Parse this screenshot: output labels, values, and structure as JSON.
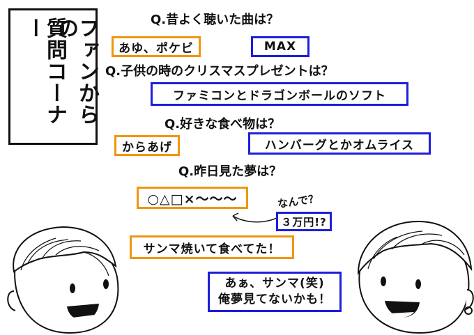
{
  "title": {
    "col1": "ファンからの",
    "col2": "質問コーナー"
  },
  "qa": [
    {
      "question": "Q.昔よく聴いた曲は？",
      "answers": [
        {
          "text": "あゆ、ポケビ",
          "color": "#f0960f"
        },
        {
          "text": "MAX",
          "color": "#1e1edc"
        }
      ]
    },
    {
      "question": "Q.子供の時のクリスマスプレゼントは？",
      "answers": [
        {
          "text": "ファミコンとドラゴンボールのソフト",
          "color": "#1e1edc"
        }
      ]
    },
    {
      "question": "Q.好きな食べ物は？",
      "answers": [
        {
          "text": "からあげ",
          "color": "#f0960f"
        },
        {
          "text": "ハンバーグとかオムライス",
          "color": "#1e1edc"
        }
      ]
    },
    {
      "question": "Q.昨日見た夢は？",
      "answers": [
        {
          "text": "○△□×〜〜〜",
          "color": "#f0960f"
        },
        {
          "text": "３万円!?",
          "color": "#1e1edc"
        }
      ]
    }
  ],
  "handwritten_note": "なんで？",
  "dialogue": [
    {
      "text": "サンマ焼いて食べてた！",
      "color": "#f0960f"
    },
    {
      "line1": "あぁ、サンマ(笑)",
      "line2": "俺夢見てないかも！",
      "color": "#1e1edc"
    }
  ],
  "characters": [
    "left-character",
    "right-character"
  ]
}
